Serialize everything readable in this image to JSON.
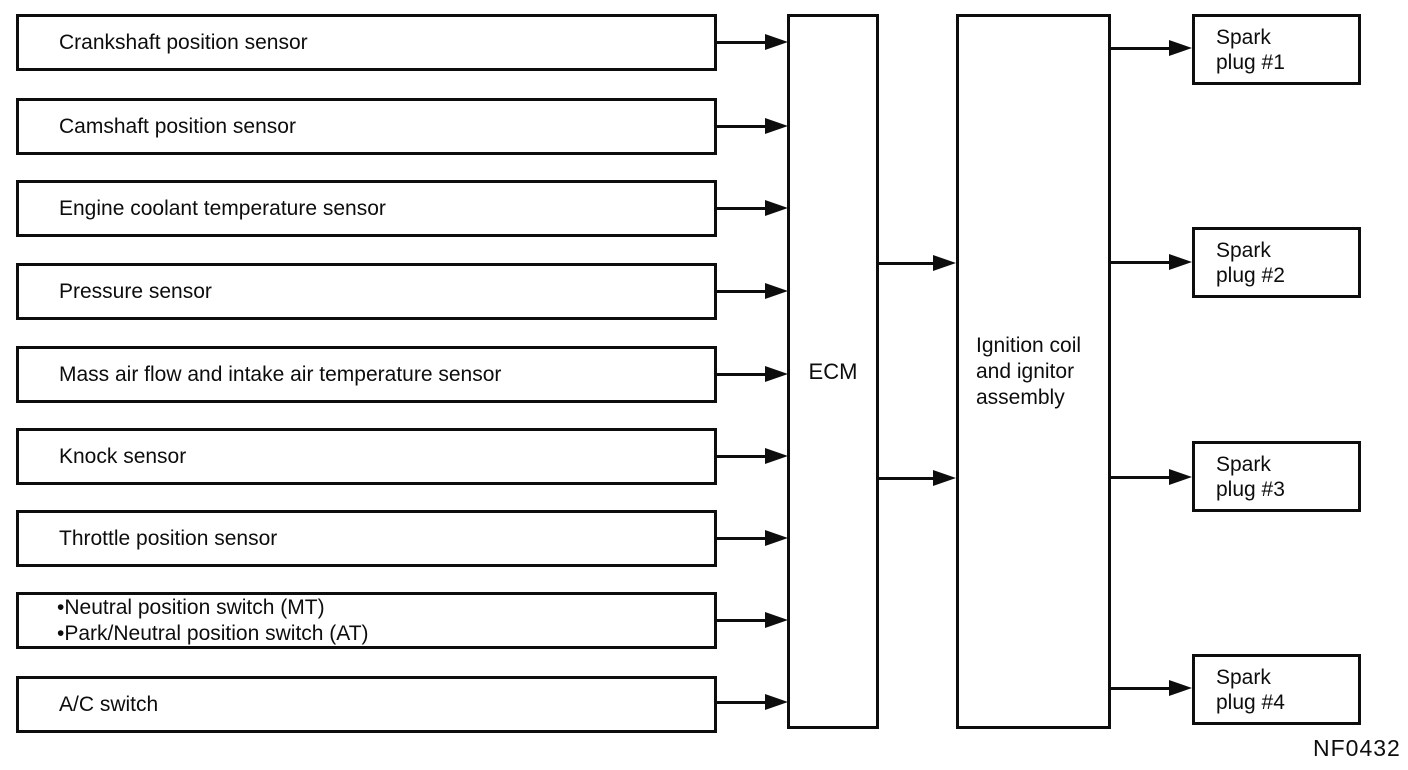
{
  "colors": {
    "background": "#ffffff",
    "line": "#0d0d0d",
    "text": "#0d0d0d"
  },
  "figure_code": "NF0432",
  "inputs": [
    {
      "lines": [
        "Crankshaft position sensor"
      ]
    },
    {
      "lines": [
        "Camshaft position sensor"
      ]
    },
    {
      "lines": [
        "Engine coolant temperature sensor"
      ]
    },
    {
      "lines": [
        "Pressure sensor"
      ]
    },
    {
      "lines": [
        "Mass air flow and intake air temperature sensor"
      ]
    },
    {
      "lines": [
        "Knock sensor"
      ]
    },
    {
      "lines": [
        "Throttle position sensor"
      ]
    },
    {
      "lines": [
        "•Neutral position switch (MT)",
        "•Park/Neutral position switch (AT)"
      ]
    },
    {
      "lines": [
        "A/C switch"
      ]
    }
  ],
  "ecm": {
    "label": "ECM"
  },
  "ignition_assembly": {
    "lines": [
      "Ignition coil",
      "and ignitor",
      "assembly"
    ]
  },
  "outputs": [
    {
      "lines": [
        "Spark",
        "plug #1"
      ]
    },
    {
      "lines": [
        "Spark",
        "plug #2"
      ]
    },
    {
      "lines": [
        "Spark",
        "plug #3"
      ]
    },
    {
      "lines": [
        "Spark",
        "plug #4"
      ]
    }
  ]
}
